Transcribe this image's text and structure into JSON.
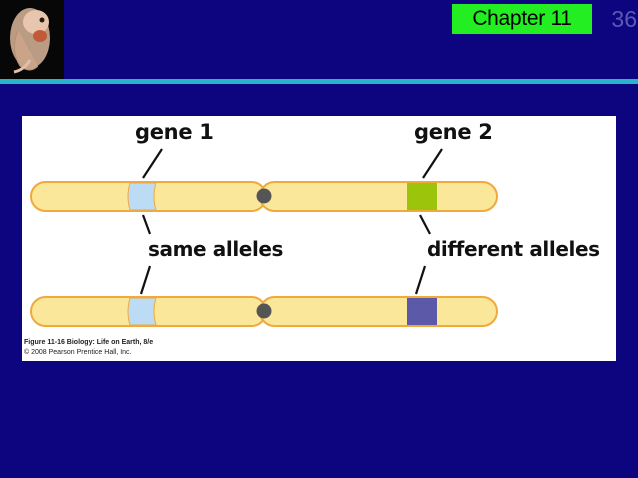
{
  "header": {
    "chapter_label": "Chapter 11",
    "slide_number": "36"
  },
  "figure": {
    "labels": {
      "gene1": "gene 1",
      "gene2": "gene 2",
      "same_alleles": "same alleles",
      "different_alleles": "different alleles"
    },
    "credit_line1": "Figure 11-16 Biology: Life on Earth, 8/e",
    "credit_line2": "© 2008 Pearson Prentice Hall, Inc."
  },
  "colors": {
    "background": "#0d0480",
    "chapter_box": "#22ee22",
    "divider": "#2ab3c9",
    "chromosome_fill": "#fbe79a",
    "chromosome_outline": "#f0a93c",
    "gene1_allele": "#bcdcf5",
    "gene2_allele_top": "#9cc40a",
    "gene2_allele_bottom": "#5c5aa8",
    "centromere": "#555555"
  }
}
